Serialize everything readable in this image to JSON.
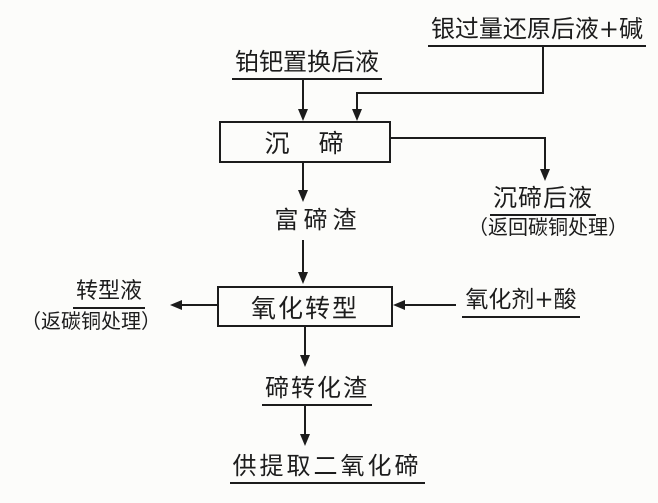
{
  "flowchart": {
    "inputs": {
      "silver_alkali": "银过量还原后液+碱",
      "pt_pd_solution": "铂钯置换后液",
      "oxidant_acid": "氧化剂+酸"
    },
    "processes": {
      "te_precipitation": "沉　碲",
      "oxidation_transformation": "氧化转型"
    },
    "streams": {
      "te_rich_slag": "富碲渣",
      "post_precipitation_solution": "沉碲后液",
      "post_precipitation_note": "（返回碳铜处理）",
      "transformation_solution": "转型液",
      "transformation_note": "（返碳铜处理）",
      "te_conversion_slag": "碲转化渣",
      "final_output": "供提取二氧化碲"
    },
    "colors": {
      "ink": "#1c1c1c",
      "background": "#fcfcfa"
    }
  }
}
